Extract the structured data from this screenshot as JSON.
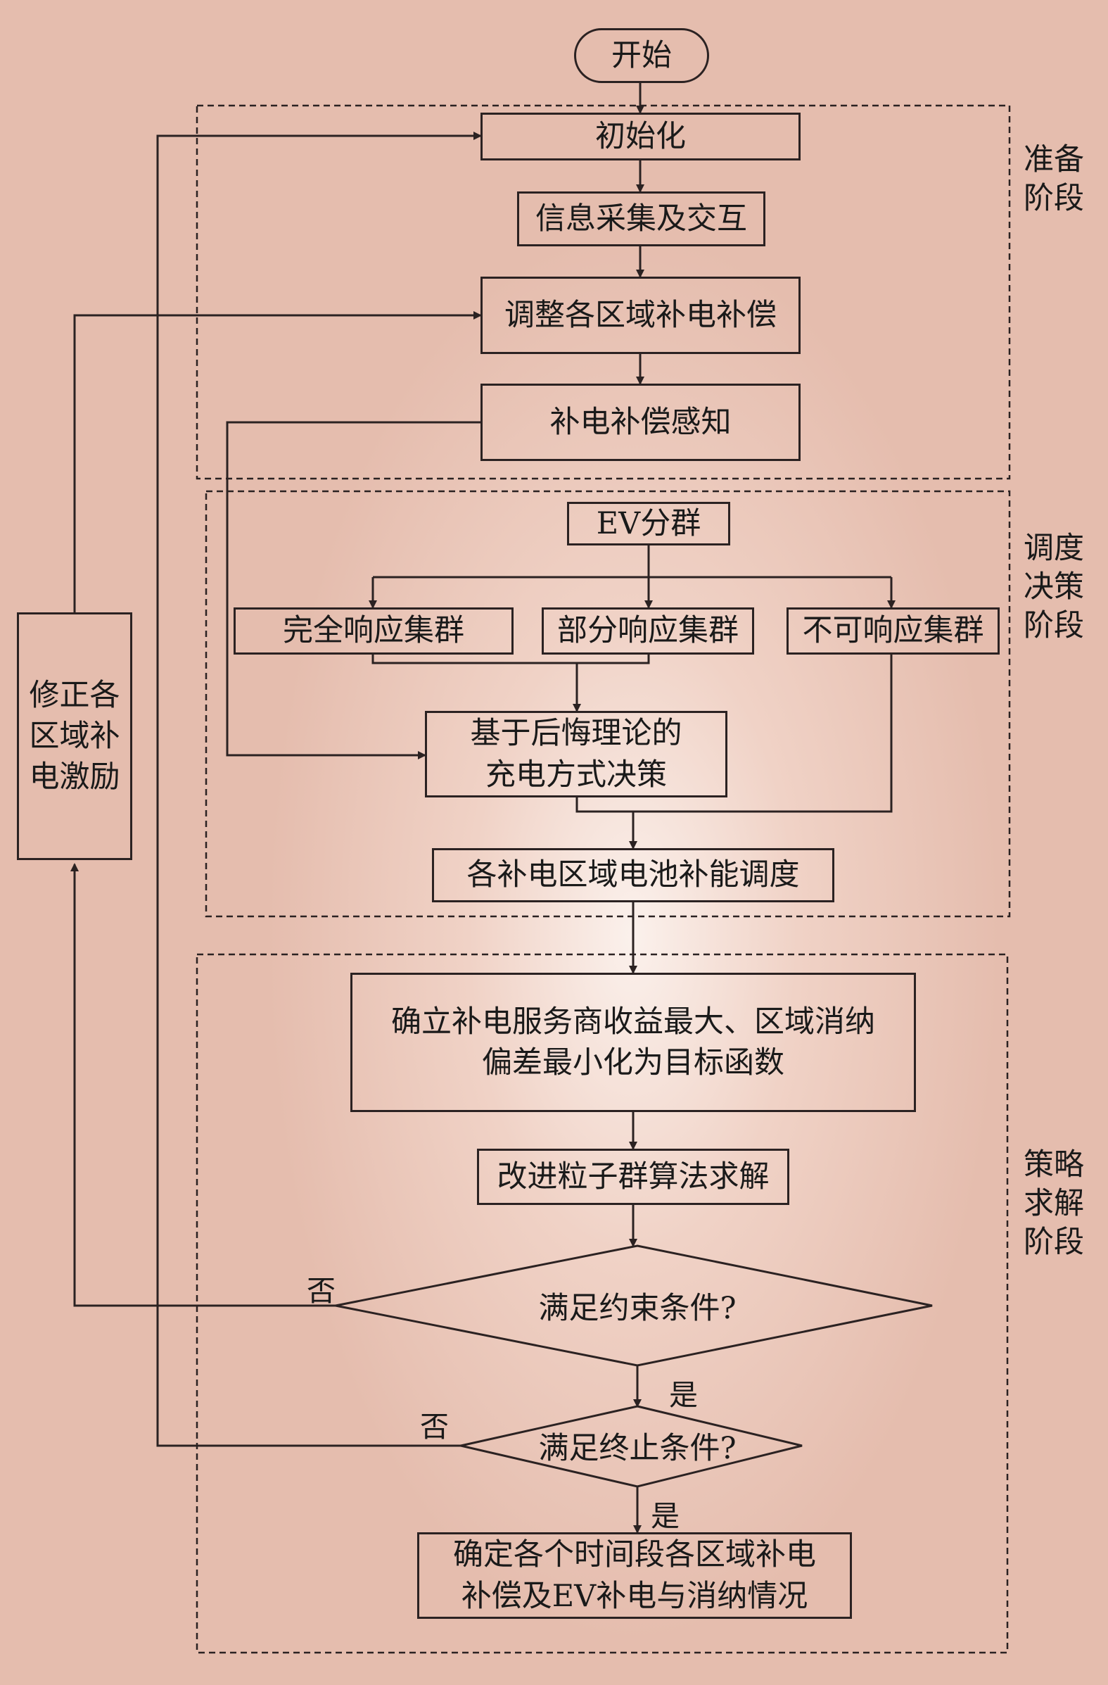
{
  "nodes": {
    "start": "开始",
    "init": "初始化",
    "collect": "信息采集及交互",
    "adjust": "调整各区域补电补偿",
    "perceive": "补电补偿感知",
    "cluster": "EV分群",
    "full": "完全响应集群",
    "partial": "部分响应集群",
    "none": "不可响应集群",
    "regret": "基于后悔理论的\n充电方式决策",
    "dispatch": "各补电区域电池补能调度",
    "objective": "确立补电服务商收益最大、区域消纳\n偏差最小化为目标函数",
    "pso": "改进粒子群算法求解",
    "constraint": "满足约束条件?",
    "terminate": "满足终止条件?",
    "result": "确定各个时间段各区域补电\n补偿及EV补电与消纳情况",
    "correct": "修正各\n区域补\n电激励"
  },
  "phases": {
    "prep": "准备\n阶段",
    "dispatch": "调度\n决策\n阶段",
    "solve": "策略\n求解\n阶段"
  },
  "edges": {
    "no_1": "否",
    "yes_1": "是",
    "no_2": "否",
    "yes_2": "是"
  },
  "colors": {
    "line": "#2b2222",
    "background": "#e9c6b8",
    "center": "#fbf1ec"
  }
}
